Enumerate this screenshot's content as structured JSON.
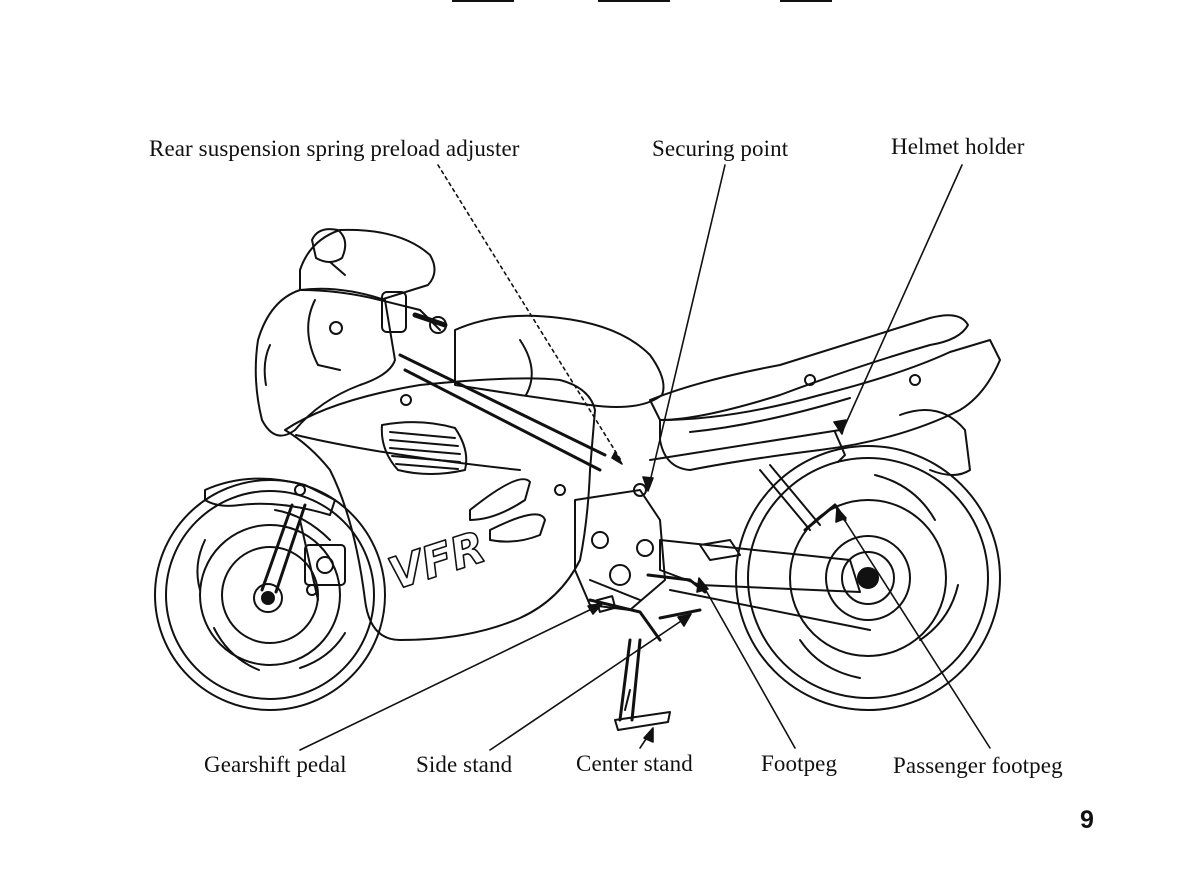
{
  "labels": {
    "rear_preload": "Rear suspension spring preload adjuster",
    "securing_point": "Securing point",
    "helmet_holder": "Helmet holder",
    "gearshift_pedal": "Gearshift pedal",
    "side_stand": "Side stand",
    "center_stand": "Center stand",
    "footpeg": "Footpeg",
    "passenger_footpeg": "Passenger footpeg"
  },
  "brand_mark": "VFR",
  "page_number": "9"
}
